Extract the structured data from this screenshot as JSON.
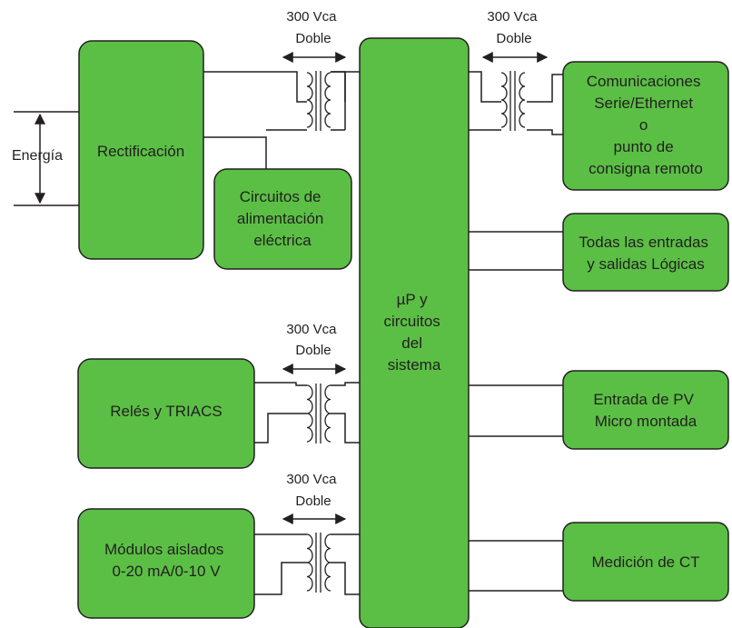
{
  "colors": {
    "box_fill": "#5bbf45",
    "stroke": "#231f20",
    "background": "#ffffff"
  },
  "blocks": {
    "rectification": "Rectificación",
    "power_circuits": [
      "Circuitos de",
      "alimentación",
      "eléctrica"
    ],
    "processor": [
      "µP y",
      "circuitos",
      "del",
      "sistema"
    ],
    "relays": "Relés y TRIACS",
    "isolated_modules": [
      "Módulos aislados",
      "0-20 mA/0-10 V"
    ],
    "communications": [
      "Comunicaciones",
      "Serie/Ethernet",
      "o",
      "punto de",
      "consigna remoto"
    ],
    "logic_io": [
      "Todas las entradas",
      "y salidas Lógicas"
    ],
    "pv_input": [
      "Entrada de PV",
      "Micro montada"
    ],
    "ct_measurement": "Medición de CT"
  },
  "labels": {
    "energy": "Energía",
    "isolation_top_left": [
      "300 Vca",
      "Doble"
    ],
    "isolation_top_right": [
      "300 Vca",
      "Doble"
    ],
    "isolation_relays": [
      "300 Vca",
      "Doble"
    ],
    "isolation_modules": [
      "300 Vca",
      "Doble"
    ]
  }
}
